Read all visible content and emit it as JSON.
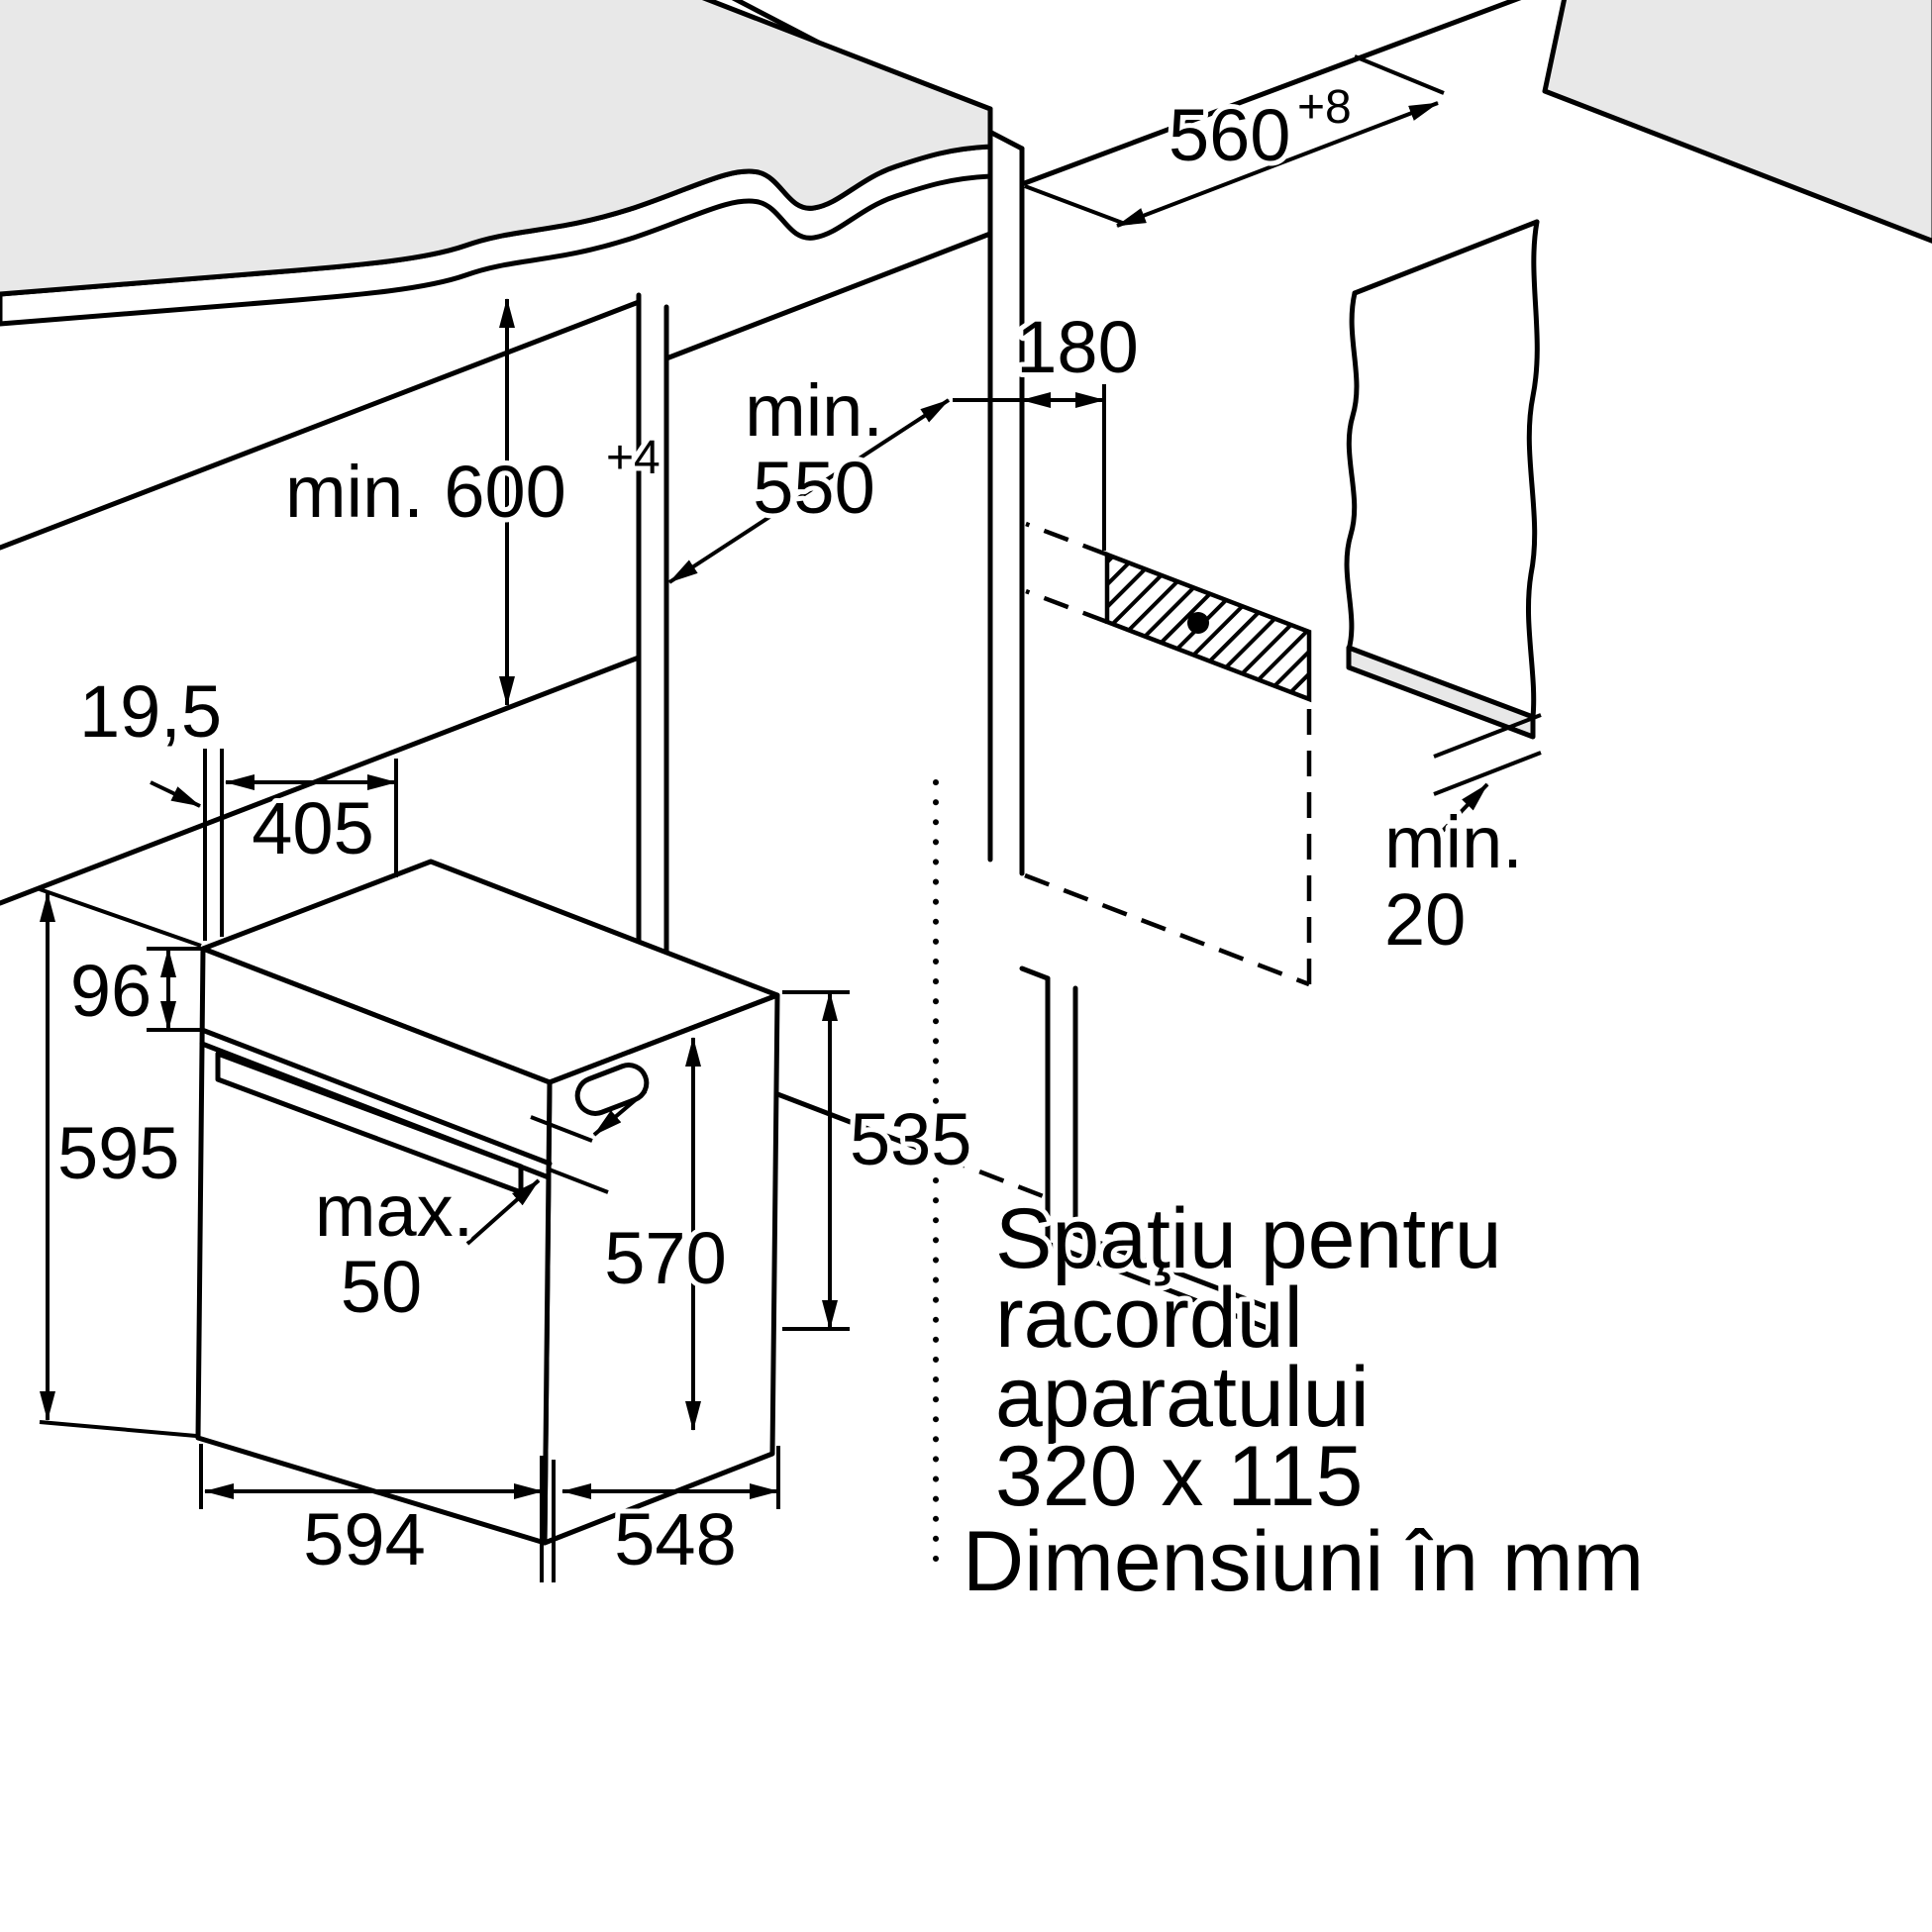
{
  "drawing": {
    "dimensions": {
      "niche_height": {
        "label": "min. 600",
        "tolerance": "+4"
      },
      "niche_width": {
        "label": "560",
        "tolerance": "+8"
      },
      "niche_depth": {
        "prefix": "min.",
        "label": "550"
      },
      "connection_offset": {
        "label": "180"
      },
      "rear_clearance": {
        "prefix": "min.",
        "label": "20"
      },
      "front_frame_depth": {
        "label": "19,5"
      },
      "top_inset_depth": {
        "label": "405"
      },
      "control_panel_height": {
        "label": "96"
      },
      "appliance_height": {
        "label": "595"
      },
      "handle_clearance": {
        "prefix": "max.",
        "label": "50"
      },
      "door_height": {
        "label": "570"
      },
      "body_height": {
        "label": "535"
      },
      "appliance_width": {
        "label": "594"
      },
      "body_depth": {
        "label": "548"
      }
    },
    "annotations": {
      "connection_space": [
        "Spaţiu pentru",
        "racordul",
        "aparatului",
        "320 x 115"
      ],
      "units_note": "Dimensiuni în mm"
    },
    "colors": {
      "line": "#000000",
      "surface_gray": "#e8e8e8",
      "background": "#ffffff"
    }
  }
}
